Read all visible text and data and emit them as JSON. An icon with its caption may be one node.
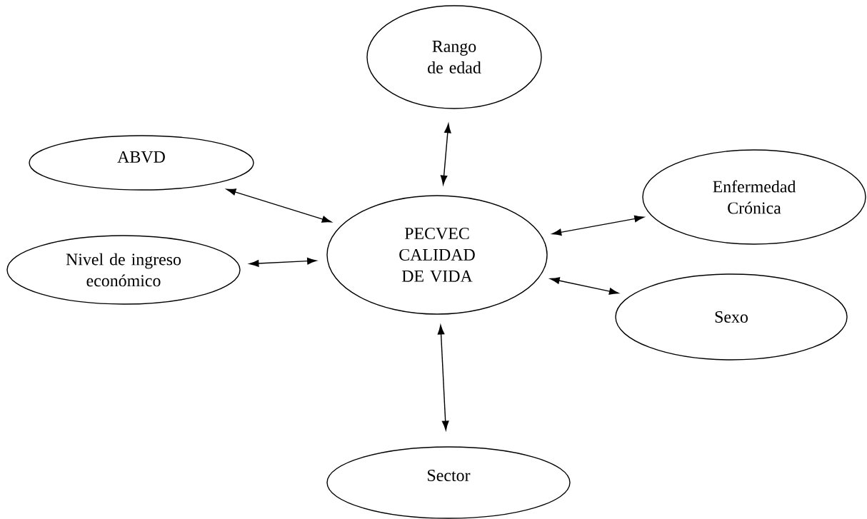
{
  "diagram": {
    "nodes": [
      {
        "text": [
          "Rango de edad"
        ]
      },
      {
        "text": [
          "ABVD"
        ]
      },
      {
        "text": [
          "Enfermedad Crónica"
        ]
      },
      {
        "text": [
          "PECVEC CALIDAD DE VIDA"
        ]
      },
      {
        "text": [
          "Nivel de ingreso económico"
        ]
      },
      {
        "text": [
          "Sexo"
        ]
      },
      {
        "text": [
          "Sector"
        ]
      }
    ],
    "edges": [
      {
        "from": 3,
        "to": 0,
        "arrow": "both"
      },
      {
        "from": 3,
        "to": 1,
        "arrow": "both"
      },
      {
        "from": 3,
        "to": 2,
        "arrow": "both"
      },
      {
        "from": 3,
        "to": 4,
        "arrow": "both"
      },
      {
        "from": 3,
        "to": 5,
        "arrow": "both"
      },
      {
        "from": 3,
        "to": 6,
        "arrow": "both"
      }
    ]
  }
}
